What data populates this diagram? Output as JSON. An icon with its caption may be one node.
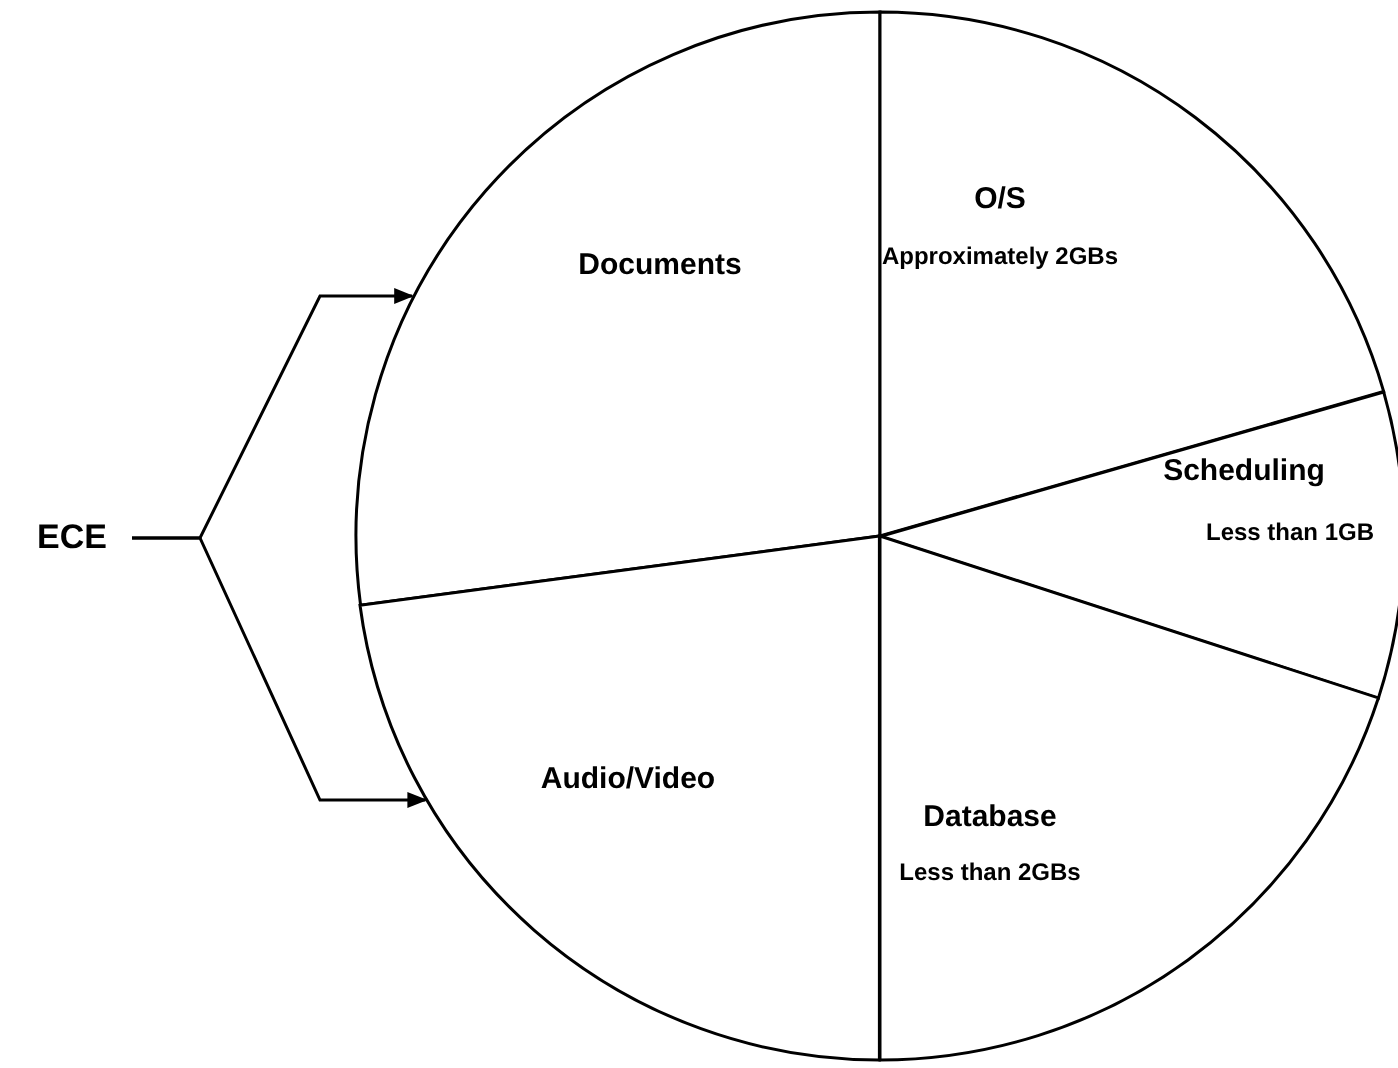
{
  "diagram": {
    "nodes": [
      {
        "text": [
          "ECE"
        ]
      },
      {
        "text": [
          "Documents"
        ]
      },
      {
        "text": [
          "O/S",
          "Approximately 2GBs"
        ]
      },
      {
        "text": [
          "Scheduling",
          "Less than 1GB"
        ]
      },
      {
        "text": [
          "Database",
          "Less than 2GBs"
        ]
      },
      {
        "text": [
          "Audio/Video"
        ]
      }
    ],
    "edges": [
      {
        "from": 0,
        "to": 1,
        "arrow": "to"
      },
      {
        "from": 0,
        "to": 5,
        "arrow": "to"
      }
    ]
  }
}
